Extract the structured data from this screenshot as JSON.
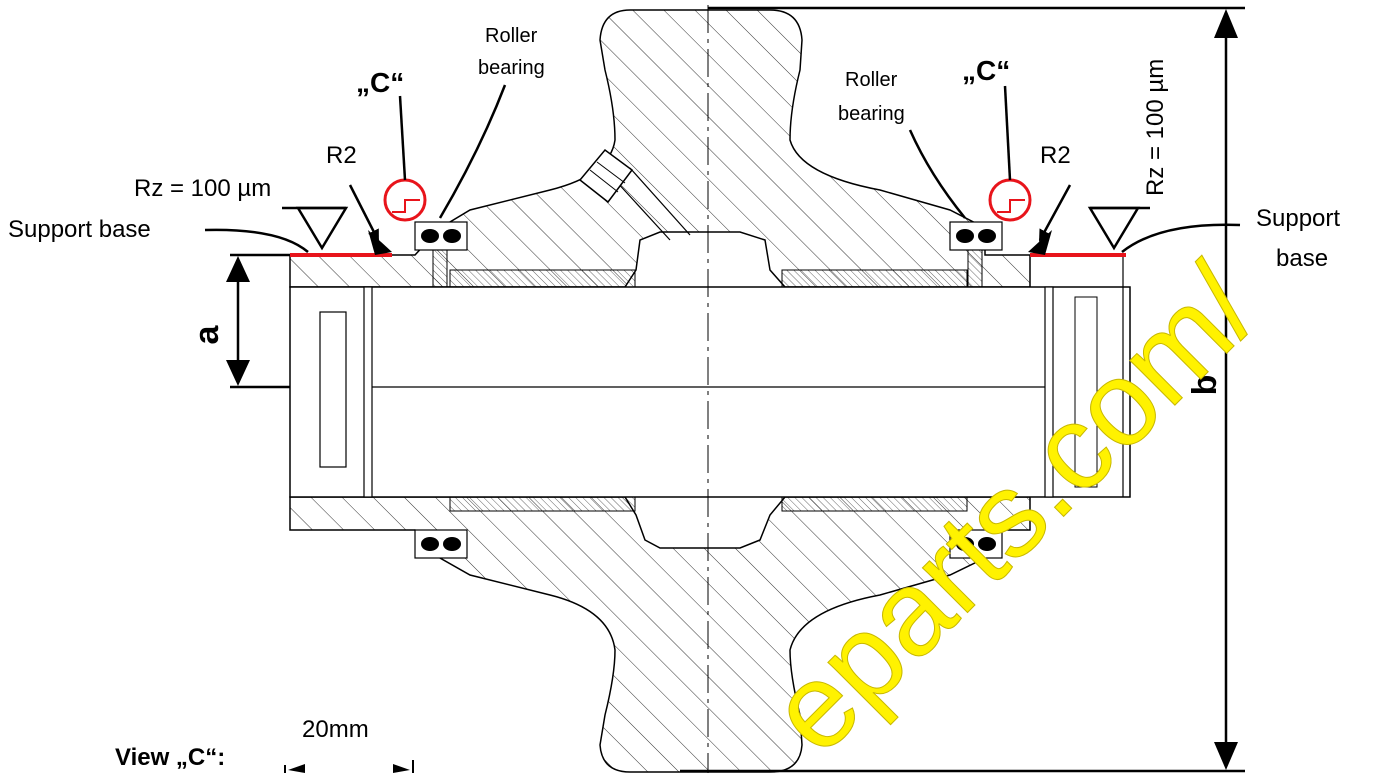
{
  "labels": {
    "support_base_left": "Support base",
    "support_base_right_1": "Support",
    "support_base_right_2": "base",
    "rz_left": "Rz = 100 µm",
    "rz_right": "Rz = 100 µm",
    "r2_left": "R2",
    "r2_right": "R2",
    "view_c_left": "„C“",
    "view_c_right": "„C“",
    "roller_bearing_left_1": "Roller",
    "roller_bearing_left_2": "bearing",
    "roller_bearing_right_1": "Roller",
    "roller_bearing_right_2": "bearing",
    "dimension_a": "a",
    "dimension_b": "b",
    "view_c_title": "View „C“:",
    "view_c_width": "20mm"
  },
  "watermark": {
    "text": "eparts.com/"
  },
  "colors": {
    "line": "#000000",
    "highlight": "#e8141b",
    "watermark": "#fff200",
    "background": "#ffffff"
  }
}
